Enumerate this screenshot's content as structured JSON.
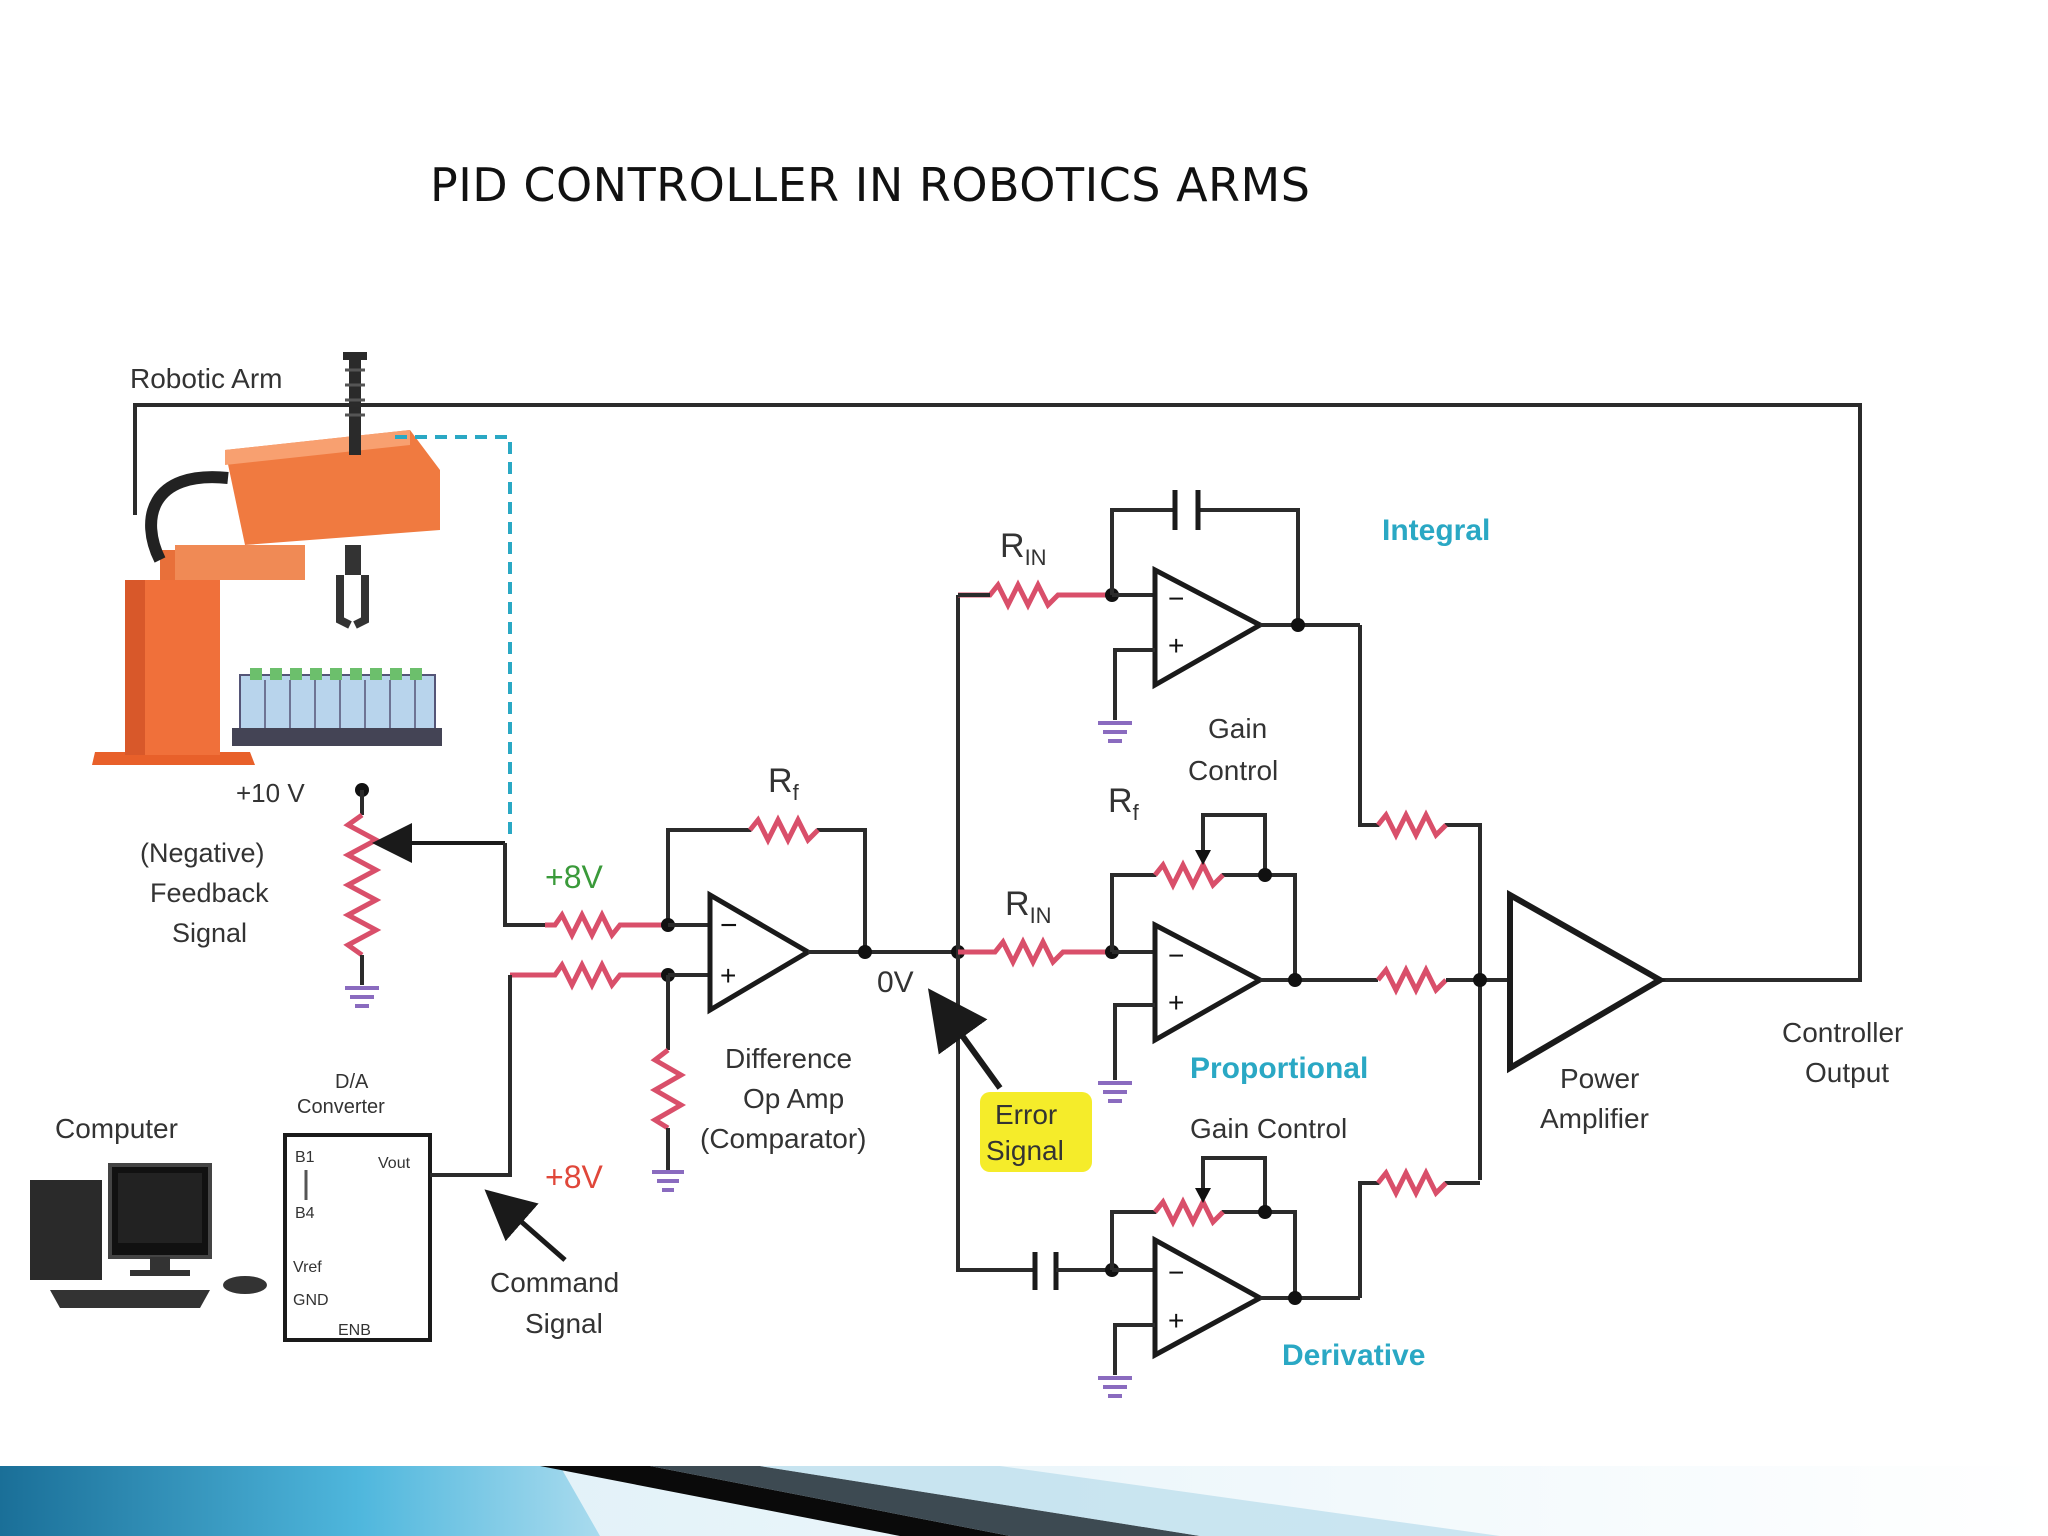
{
  "slide": {
    "title": "PID CONTROLLER IN ROBOTICS ARMS"
  },
  "diagram": {
    "robotic_arm_label": "Robotic Arm",
    "plus10v": "+10 V",
    "feedback_line1": "(Negative)",
    "feedback_line2": "Feedback",
    "feedback_line3": "Signal",
    "plus8v_top": "+8V",
    "plus8v_bottom": "+8V",
    "computer_label": "Computer",
    "da_line1": "D/A",
    "da_line2": "Converter",
    "da_pin_b1": "B1",
    "da_pin_b4": "B4",
    "da_pin_vout": "Vout",
    "da_pin_vref": "Vref",
    "da_pin_gnd": "GND",
    "da_pin_enb": "ENB",
    "command_line1": "Command",
    "command_line2": "Signal",
    "rf_label": "R",
    "rf_sub": "f",
    "rin_label": "R",
    "rin_sub": "IN",
    "zero_v": "0V",
    "diff_line1": "Difference",
    "diff_line2": "Op Amp",
    "diff_line3": "(Comparator)",
    "error_line1": "Error",
    "error_line2": "Signal",
    "integral": "Integral",
    "gain_control_1": "Gain",
    "gain_control_2": "Control",
    "proportional": "Proportional",
    "gain_control_3": "Gain Control",
    "derivative": "Derivative",
    "power_line1": "Power",
    "power_line2": "Amplifier",
    "controller_line1": "Controller",
    "controller_line2": "Output"
  },
  "colors": {
    "wire": "#2b2b2b",
    "resistor": "#d94f6a",
    "ground": "#8a6bbf",
    "pid_labels": "#2aa8c4",
    "plus8v_green": "#3a9a3a",
    "plus8v_red": "#e0473a",
    "arm": "#f0703a",
    "error_highlight": "#f5ec2a",
    "band_dark": "#0a0a0a",
    "band_blue": "#3aa0c8"
  }
}
